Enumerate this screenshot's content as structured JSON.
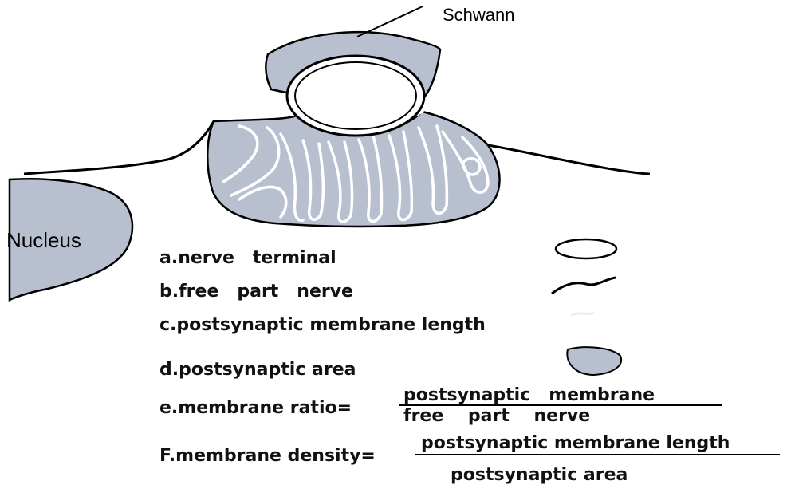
{
  "labels": {
    "schwann": "Schwann",
    "nucleus": "Nucleus"
  },
  "legend": {
    "a": "a.nerve   terminal",
    "b": "b.free   part   nerve",
    "c": "c.postsynaptic membrane length",
    "d": "d.postsynaptic area"
  },
  "formulas": {
    "e": {
      "prefix": "e.membrane ratio=",
      "numerator": "postsynaptic   membrane",
      "denominator": "free    part    nerve"
    },
    "f": {
      "prefix": "F.membrane density=",
      "numerator": "postsynaptic membrane length",
      "denominator": "postsynaptic area"
    }
  },
  "colors": {
    "fill": "#b8c0d0",
    "stroke": "#000000"
  }
}
